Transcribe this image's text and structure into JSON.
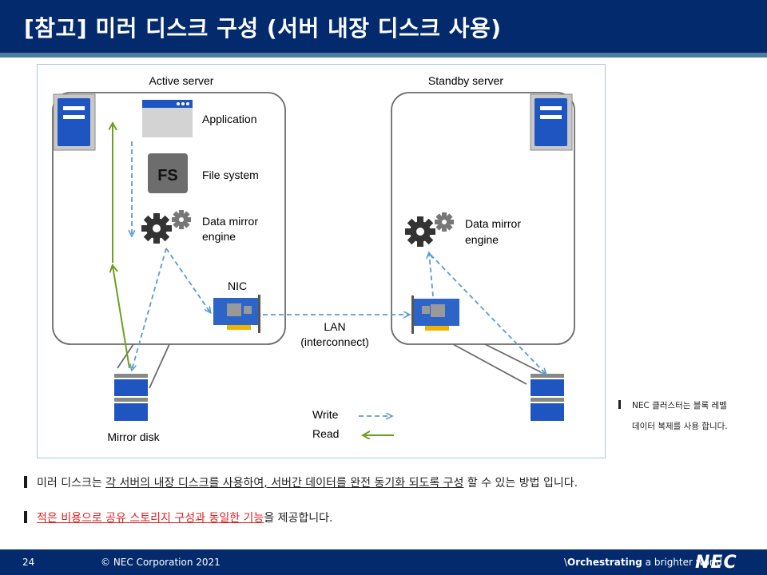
{
  "slide": {
    "title": "[참고] 미러 디스크 구성 (서버 내장 디스크 사용)",
    "page_number": "24",
    "copyright": "© NEC Corporation 2021",
    "slogan_prefix": "\\",
    "slogan_bold": "Orchestrating",
    "slogan_rest": " a brighter world",
    "logo": "NEC"
  },
  "diagram": {
    "active_server_label": "Active server",
    "standby_server_label": "Standby server",
    "application_label": "Application",
    "filesystem_label": "File system",
    "fs_icon_text": "FS",
    "mirror_engine_line1": "Data mirror",
    "mirror_engine_line2": "engine",
    "standby_engine_line1": "Data mirror",
    "standby_engine_line2": "engine",
    "nic_label": "NIC",
    "lan_line1": "LAN",
    "lan_line2": "(interconnect)",
    "mirror_disk_label": "Mirror disk",
    "legend_write": "Write",
    "legend_read": "Read",
    "colors": {
      "write": "#5b9bd5",
      "read": "#6aa121",
      "server_blue": "#1f55c0",
      "gear": "#333333"
    }
  },
  "side_note": {
    "line1": "NEC 클러스터는 블록 레벨",
    "line2": "데이터 복제를 사용 합니다."
  },
  "bullets": {
    "b1_pre": "미러 디스크는 ",
    "b1_u": "각 서버의 내장 디스크를 사용하여, 서버간 데이터를 완전 동기화 되도록 구성",
    "b1_post": " 할 수 있는 방법 입니다.",
    "b2_red": "적은 비용으로 공유 스토리지 구성과 동일한 기능",
    "b2_post": "을 제공합니다."
  }
}
